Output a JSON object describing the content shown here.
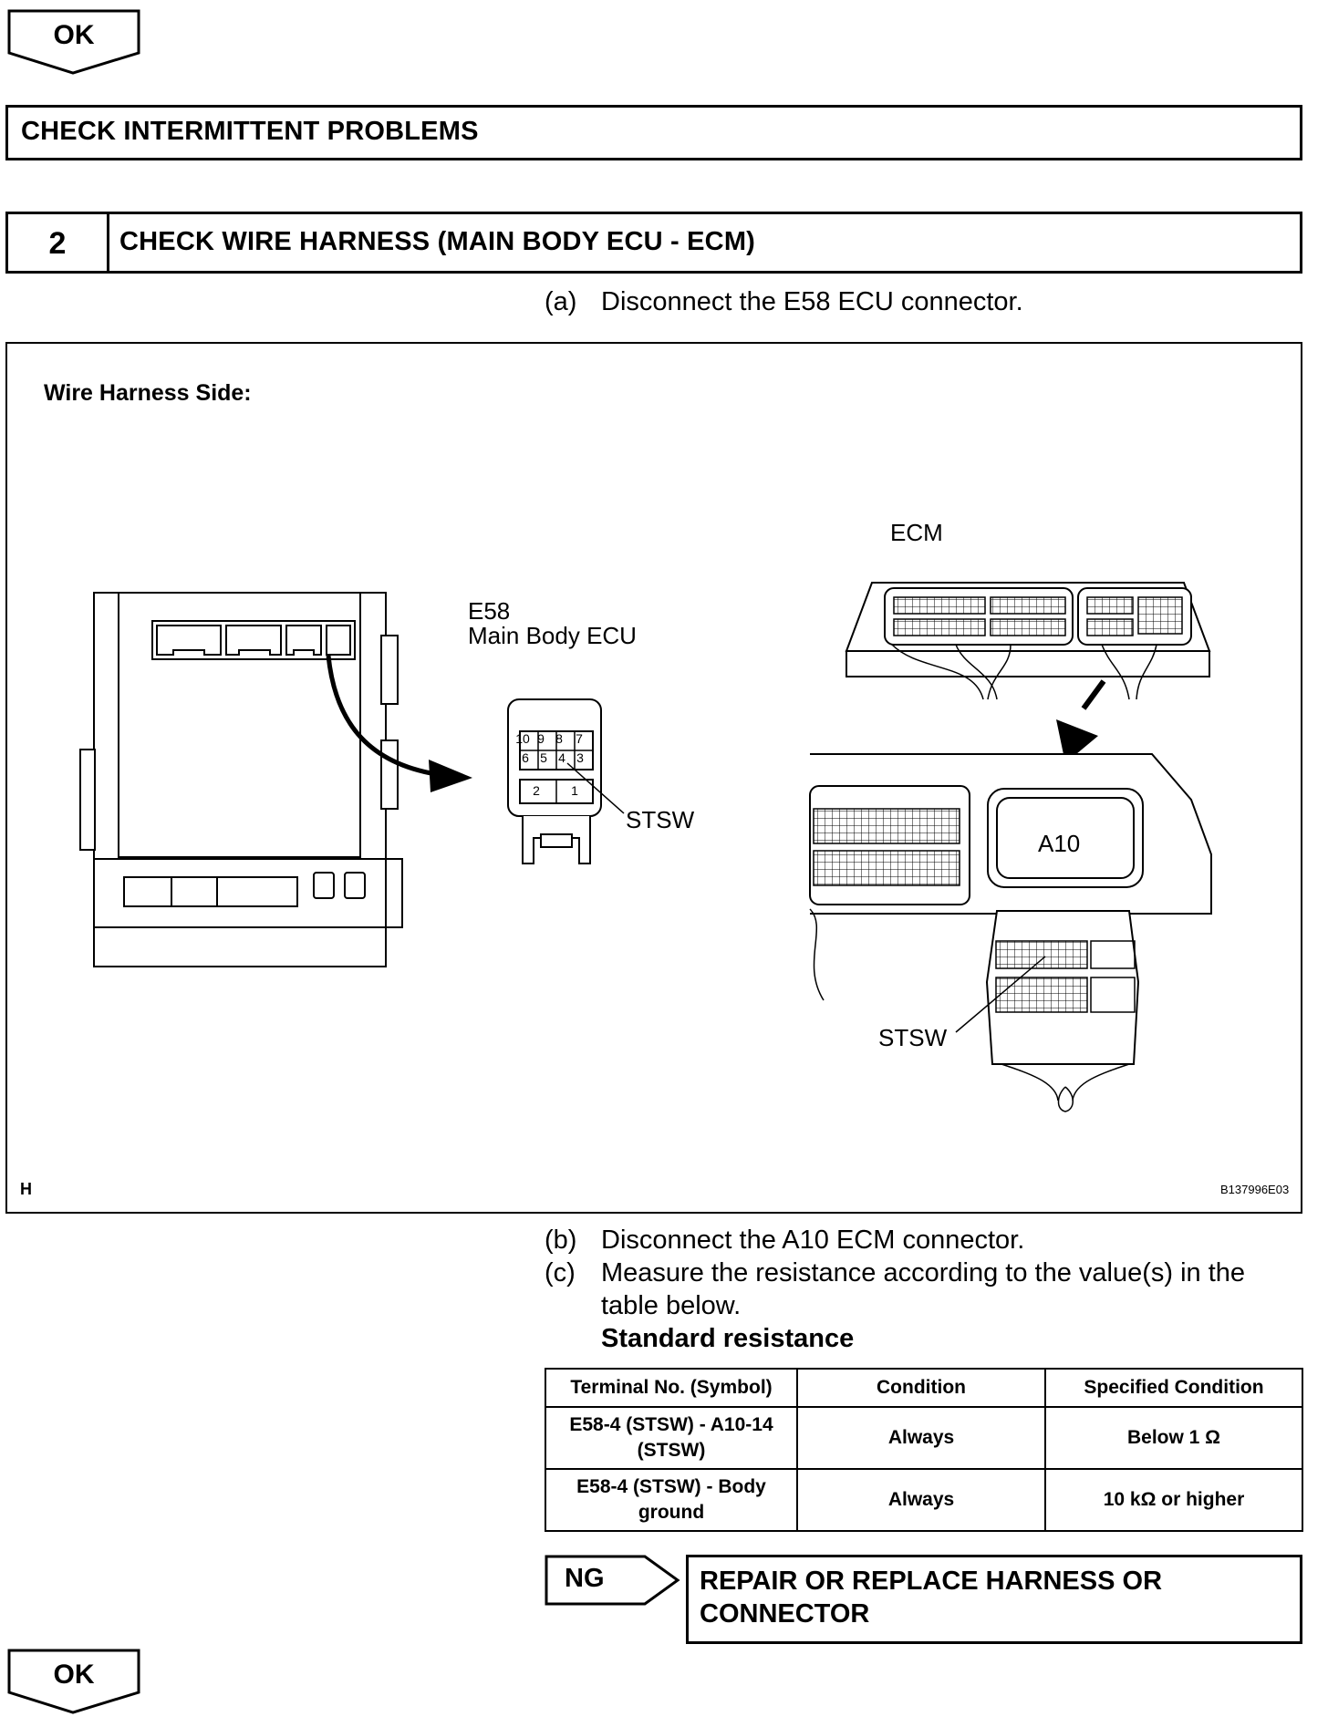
{
  "ok_top": {
    "label": "OK"
  },
  "intermittent_bar": {
    "title": "CHECK INTERMITTENT PROBLEMS"
  },
  "step2": {
    "number": "2",
    "title": "CHECK WIRE HARNESS (MAIN BODY ECU - ECM)"
  },
  "instructions": {
    "a": {
      "letter": "(a)",
      "text": "Disconnect the E58 ECU connector."
    },
    "b": {
      "letter": "(b)",
      "text": "Disconnect the A10 ECM connector."
    },
    "c": {
      "letter": "(c)",
      "text_line1": "Measure the resistance according to the value(s) in the",
      "text_line2": "table below."
    },
    "standard_resistance": "Standard resistance"
  },
  "figure": {
    "heading": "Wire Harness Side:",
    "e58_label": "E58",
    "e58_desc": "Main Body ECU",
    "stsw_left": "STSW",
    "ecm_label": "ECM",
    "a10_label": "A10",
    "stsw_right": "STSW",
    "corner_letter": "H",
    "figure_code": "B137996E03",
    "pins_top": [
      "10",
      "9",
      "8",
      "7"
    ],
    "pins_mid": [
      "6",
      "5",
      "4",
      "3"
    ],
    "pins_bottom": [
      "2",
      "1"
    ]
  },
  "spec_table": {
    "headers": [
      "Terminal No. (Symbol)",
      "Condition",
      "Specified Condition"
    ],
    "rows": [
      {
        "terminal_line1": "E58-4 (STSW) - A10-14",
        "terminal_line2": "(STSW)",
        "condition": "Always",
        "spec": "Below 1 Ω"
      },
      {
        "terminal_line1": "E58-4 (STSW) - Body",
        "terminal_line2": "ground",
        "condition": "Always",
        "spec": "10 kΩ or higher"
      }
    ]
  },
  "ng": {
    "label": "NG",
    "action_line1": "REPAIR OR REPLACE HARNESS OR",
    "action_line2": "CONNECTOR"
  },
  "ok_bottom": {
    "label": "OK"
  }
}
